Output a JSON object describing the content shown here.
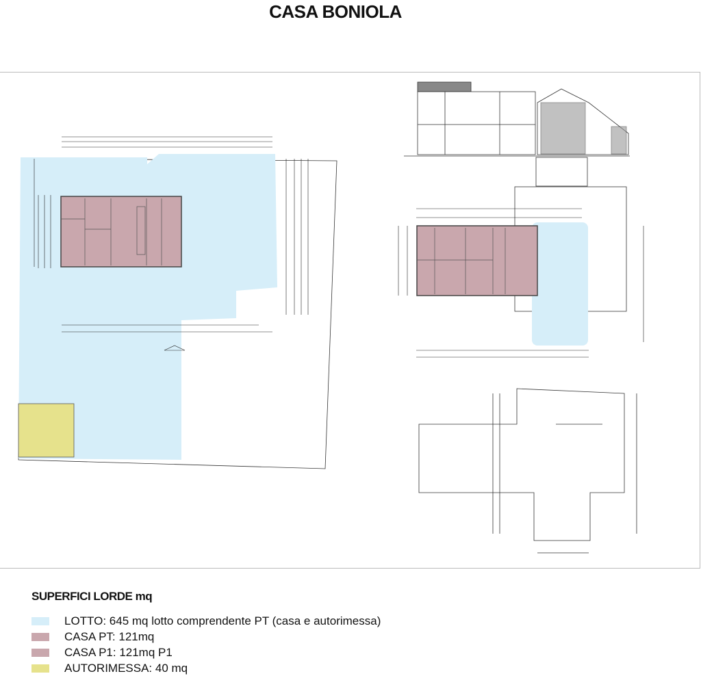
{
  "title": "CASA BONIOLA",
  "legend": {
    "heading": "SUPERFICI LORDE mq",
    "items": [
      {
        "label": "LOTTO: 645 mq lotto comprendente PT (casa e autorimessa)",
        "color": "#d6eef9"
      },
      {
        "label": "CASA PT: 121mq",
        "color": "#c9a7ad"
      },
      {
        "label": "CASA P1: 121mq P1",
        "color": "#c9a7ad"
      },
      {
        "label": "AUTORIMESSA: 40 mq",
        "color": "#e6e28c"
      }
    ]
  },
  "colors": {
    "lotto": "#d6eef9",
    "casa": "#c9a7ad",
    "autorimessa": "#e6e28c"
  }
}
